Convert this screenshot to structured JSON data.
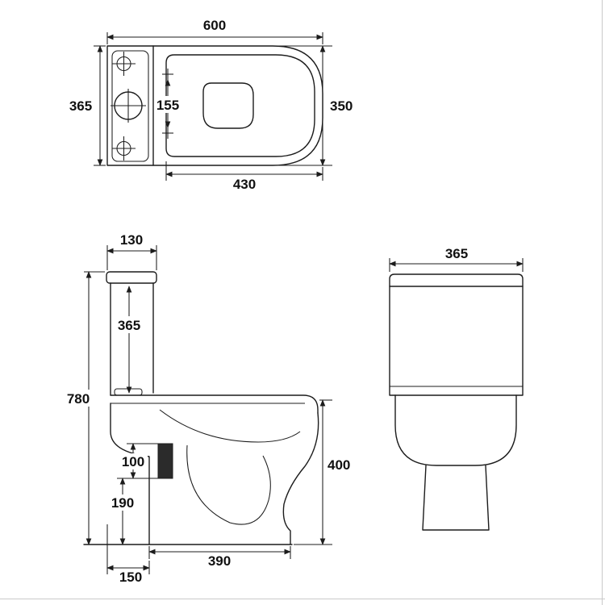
{
  "drawing": {
    "type": "toilet technical dimension drawing",
    "line_color": "#1c1c1c",
    "background": "#ffffff"
  },
  "top_view": {
    "overall_width": "600",
    "overall_depth": "365",
    "hinge_hole_spacing": "155",
    "seat_width": "350",
    "seat_length": "430"
  },
  "side_view": {
    "cistern_lid_depth": "130",
    "cistern_height": "365",
    "overall_height": "780",
    "inlet_offset": "100",
    "outlet_height": "190",
    "rim_height": "400",
    "base_depth": "390",
    "base_setback": "150"
  },
  "front_view": {
    "overall_width": "365"
  }
}
